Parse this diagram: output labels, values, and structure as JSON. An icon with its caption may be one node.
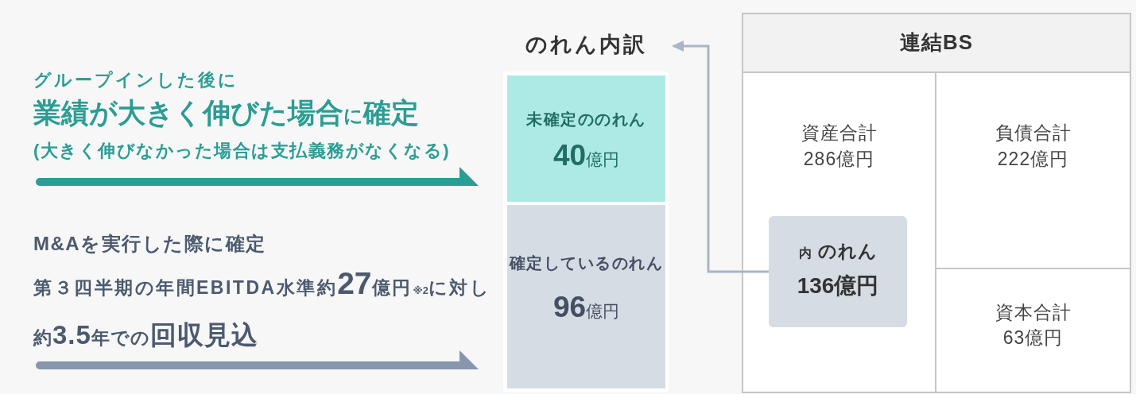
{
  "diagram": {
    "nodes": [
      {
        "text": [
          "グループインした後に",
          "**業績が大きく伸びた場合**に**確定**",
          "(大きく伸びなかった場合は支払義務がなくなる)"
        ]
      },
      {
        "text": [
          "M&Aを実行した際に確定",
          "第３四半期の年間EBITDA水準約**27**億円$_{※2}$に対し",
          "約**3.5**年での**回収見込**"
        ]
      },
      {
        "text": [
          "のれん内訳"
        ]
      },
      {
        "text": [
          "未確定ののれん",
          "**40**億円"
        ],
        "in": 2
      },
      {
        "text": [
          "確定しているのれん",
          "**96**億円"
        ],
        "in": 2
      },
      {
        "text": [
          "連結BS"
        ]
      },
      {
        "text": [
          "資産合計",
          "286億円"
        ],
        "in": 5
      },
      {
        "text": [
          "内",
          "のれん",
          "136億円"
        ],
        "in": 6
      },
      {
        "text": [
          "負債合計",
          "222億円"
        ],
        "in": 5
      },
      {
        "text": [
          "資本合計",
          "63億円"
        ],
        "in": 5
      }
    ],
    "edges": [
      {
        "from": 0,
        "to": 3,
        "arrow": "to",
        "color": "#2a9d94"
      },
      {
        "from": 1,
        "to": 4,
        "arrow": "to",
        "color": "#8795ad"
      },
      {
        "from": 7,
        "to": 2,
        "arrow": "to",
        "color": "#a9b5c8"
      }
    ]
  }
}
